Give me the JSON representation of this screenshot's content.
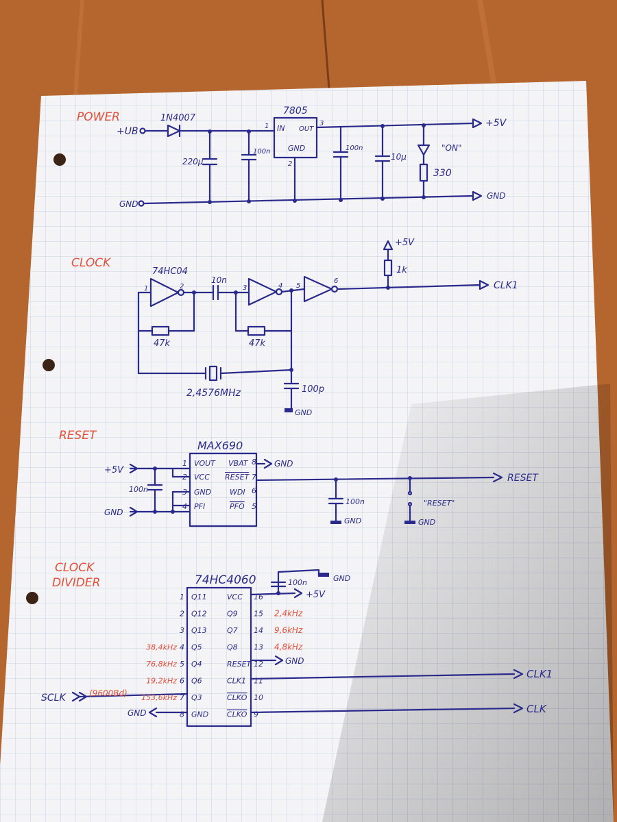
{
  "colors": {
    "ink": "#2a2a8c",
    "heading": "#e2503a",
    "paper": "#f4f4f6",
    "grid": "#c9cfe2",
    "wood": "#b5652e"
  },
  "sections": {
    "power": "POWER",
    "clock": "CLOCK",
    "reset": "RESET",
    "divider_1": "CLOCK",
    "divider_2": "DIVIDER"
  },
  "power": {
    "input": "+UB",
    "diode": "1N4007",
    "regulator": "7805",
    "pin_in": "IN",
    "pin_out": "OUT",
    "pin_gnd": "GND",
    "pin1": "1",
    "pin2": "2",
    "pin3": "3",
    "c1": "220µ",
    "c2": "100n",
    "c3": "100n",
    "c4": "10µ",
    "led_label": "\"ON\"",
    "resistor": "330",
    "out_5v": "+5V",
    "gnd_left": "GND",
    "gnd_right": "GND"
  },
  "clock": {
    "ic": "74HC04",
    "p1": "1",
    "p2": "2",
    "p3": "3",
    "p4": "4",
    "p5": "5",
    "p6": "6",
    "cap": "10n",
    "r1": "47k",
    "r2": "47k",
    "crystal": "2,4576MHz",
    "cap2": "100p",
    "gnd": "GND",
    "pullup_v": "+5V",
    "pullup": "1k",
    "out": "CLK1"
  },
  "reset": {
    "ic": "MAX690",
    "vin": "+5V",
    "gnd_in": "GND",
    "cap": "100n",
    "left_pins": [
      {
        "num": "1",
        "name": "VOUT"
      },
      {
        "num": "2",
        "name": "VCC"
      },
      {
        "num": "3",
        "name": "GND"
      },
      {
        "num": "4",
        "name": "PFI"
      }
    ],
    "right_pins": [
      {
        "num": "8",
        "name": "VBAT"
      },
      {
        "num": "7",
        "name": "RESET"
      },
      {
        "num": "6",
        "name": "WDI"
      },
      {
        "num": "5",
        "name": "PFO"
      }
    ],
    "vbat_gnd": "GND",
    "cap2": "100n",
    "gnd2": "GND",
    "button": "\"RESET\"",
    "gnd3": "GND",
    "out": "RESET"
  },
  "divider": {
    "ic": "74HC4060",
    "cap": "100n",
    "cap_gnd": "GND",
    "vcc_v": "+5V",
    "left_pins": [
      {
        "num": "1",
        "name": "Q11",
        "freq": ""
      },
      {
        "num": "2",
        "name": "Q12",
        "freq": ""
      },
      {
        "num": "3",
        "name": "Q13",
        "freq": ""
      },
      {
        "num": "4",
        "name": "Q5",
        "freq": "38,4kHz"
      },
      {
        "num": "5",
        "name": "Q4",
        "freq": "76,8kHz"
      },
      {
        "num": "6",
        "name": "Q6",
        "freq": "19,2kHz"
      },
      {
        "num": "7",
        "name": "Q3",
        "freq": "153,6kHz"
      },
      {
        "num": "8",
        "name": "GND",
        "freq": ""
      }
    ],
    "right_pins": [
      {
        "num": "16",
        "name": "VCC",
        "freq": ""
      },
      {
        "num": "15",
        "name": "Q9",
        "freq": "2,4kHz"
      },
      {
        "num": "14",
        "name": "Q7",
        "freq": "9,6kHz"
      },
      {
        "num": "13",
        "name": "Q8",
        "freq": "4,8kHz"
      },
      {
        "num": "12",
        "name": "RESET",
        "freq": ""
      },
      {
        "num": "11",
        "name": "CLK1",
        "freq": ""
      },
      {
        "num": "10",
        "name": "CLKO",
        "freq": ""
      },
      {
        "num": "9",
        "name": "CLKO",
        "freq": ""
      }
    ],
    "baud": "(9600Bd)",
    "sclk": "SCLK",
    "gnd_left": "GND",
    "reset_gnd": "GND",
    "clk1": "CLK1",
    "clk": "CLK"
  }
}
